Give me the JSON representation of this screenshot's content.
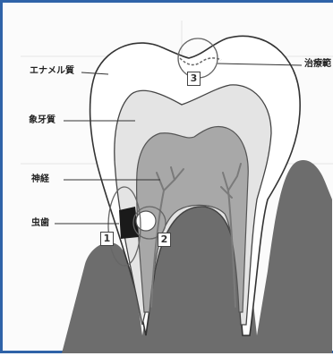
{
  "labels": {
    "enamel": "エナメル質",
    "dentin": "象牙質",
    "nerve": "神経",
    "cavity": "虫歯",
    "treatment": "治療範"
  },
  "markers": {
    "m1": "1",
    "m2": "2",
    "m3": "3"
  }
}
